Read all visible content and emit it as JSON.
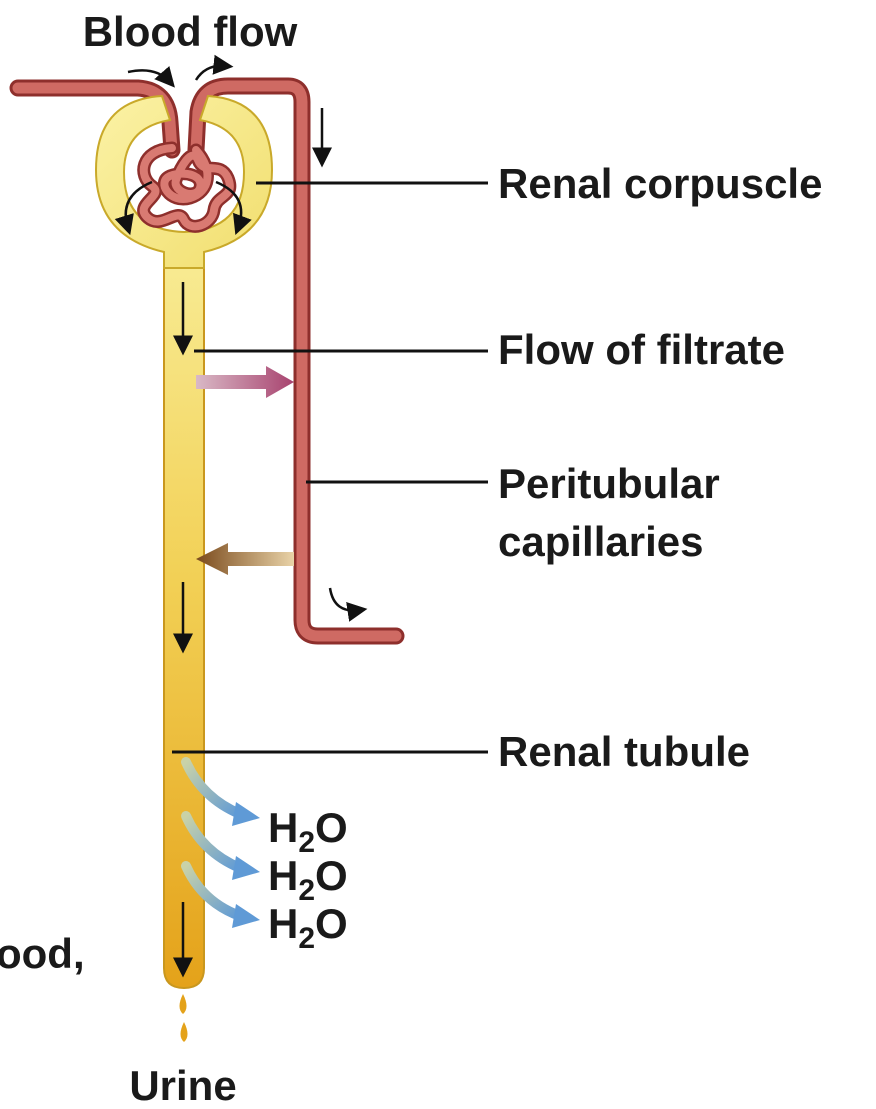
{
  "title": "Blood flow",
  "labels": {
    "renal_corpuscle": "Renal corpuscle",
    "flow_of_filtrate": "Flow of filtrate",
    "peritubular_line1": "Peritubular",
    "peritubular_line2": "capillaries",
    "renal_tubule": "Renal tubule",
    "urine": "Urine",
    "cut_text": "ood,"
  },
  "water": {
    "h": "H",
    "sub": "2",
    "o": "O",
    "count": 3
  },
  "colors": {
    "capillary": "#c0504d",
    "capillary_dark": "#8e2f2c",
    "tubule_light": "#f7e98a",
    "tubule_dark": "#e2a019",
    "reabsorb_arrow": "#a8436f",
    "secrete_arrow": "#7a4a1c",
    "water_arrow": "#6a9fd8",
    "leader": "#111111"
  }
}
